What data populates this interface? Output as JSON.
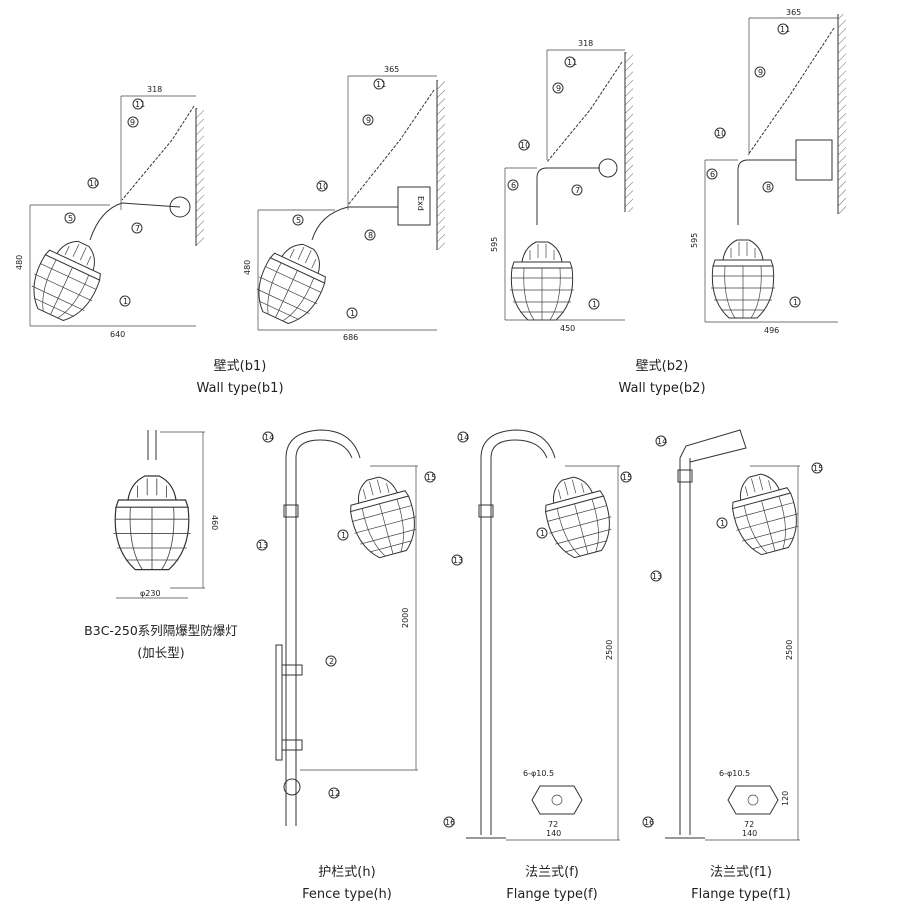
{
  "captions": {
    "b1_cn": "壁式(b1)",
    "b1_en": "Wall type(b1)",
    "b2_cn": "壁式(b2)",
    "b2_en": "Wall type(b2)",
    "series_cn": "B3C-250系列隔爆型防爆灯",
    "series_sub": "(加长型)",
    "h_cn": "护栏式(h)",
    "h_en": "Fence type(h)",
    "f_cn": "法兰式(f)",
    "f_en": "Flange type(f)",
    "f1_cn": "法兰式(f1)",
    "f1_en": "Flange type(f1)"
  },
  "dims": {
    "b1_top": "318",
    "b1_height": "480",
    "b1_width": "640",
    "b1b_top": "365",
    "b1b_height": "480",
    "b1b_width": "686",
    "b2_top": "318",
    "b2_height": "595",
    "b2_width": "450",
    "b2b_top": "365",
    "b2b_height": "595",
    "b2b_width": "496",
    "lamp_height": "460",
    "lamp_dia": "φ230",
    "h_height": "2000",
    "f_height": "2500",
    "f1_height": "2500",
    "flange_holes": "6-φ10.5",
    "flange_inner": "72",
    "flange_outer": "140",
    "flange_side": "120"
  },
  "box_label": "Exd",
  "part_numbers": [
    "1",
    "2",
    "5",
    "6",
    "7",
    "8",
    "9",
    "10",
    "11",
    "12",
    "13",
    "14",
    "15",
    "16"
  ]
}
